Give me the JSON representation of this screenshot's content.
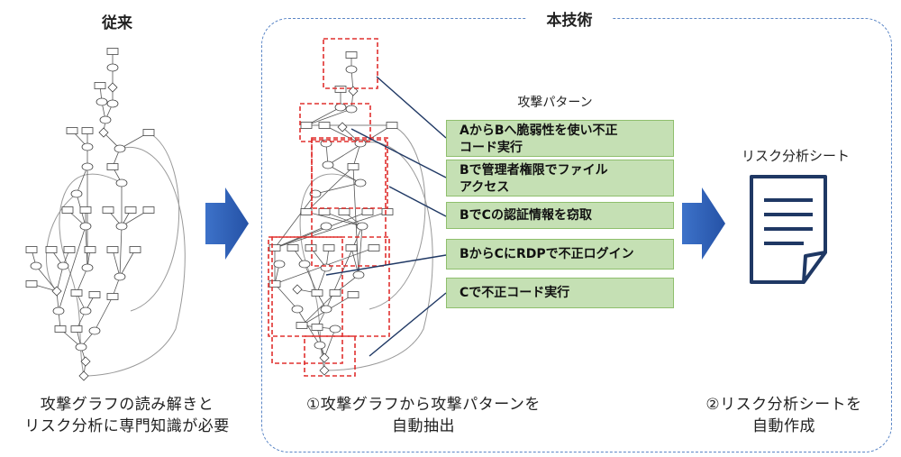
{
  "left": {
    "heading": "従来",
    "caption_lines": [
      "攻撃グラフの読み解きと",
      "リスク分析に専門知識が必要"
    ]
  },
  "right": {
    "heading": "本技術",
    "pattern_heading": "攻撃パターン",
    "patterns": [
      "AからBへ脆弱性を使い不正\nコード実行",
      "Bで管理者権限でファイル\nアクセス",
      "BでCの認証情報を窃取",
      "BからCにRDPで不正ログイン",
      "Cで不正コード実行"
    ],
    "step1_lines": [
      "①攻撃グラフから攻撃パターンを",
      "自動抽出"
    ],
    "step2_lines": [
      "②リスク分析シートを",
      "自動作成"
    ],
    "sheet_label": "リスク分析シート"
  },
  "colors": {
    "arrow_blue": "#2f62b8",
    "pattern_fill": "#c5e0b4",
    "highlight_red": "#e0302f",
    "panel_border": "#5b86c6",
    "doc_stroke": "#1f3864"
  }
}
